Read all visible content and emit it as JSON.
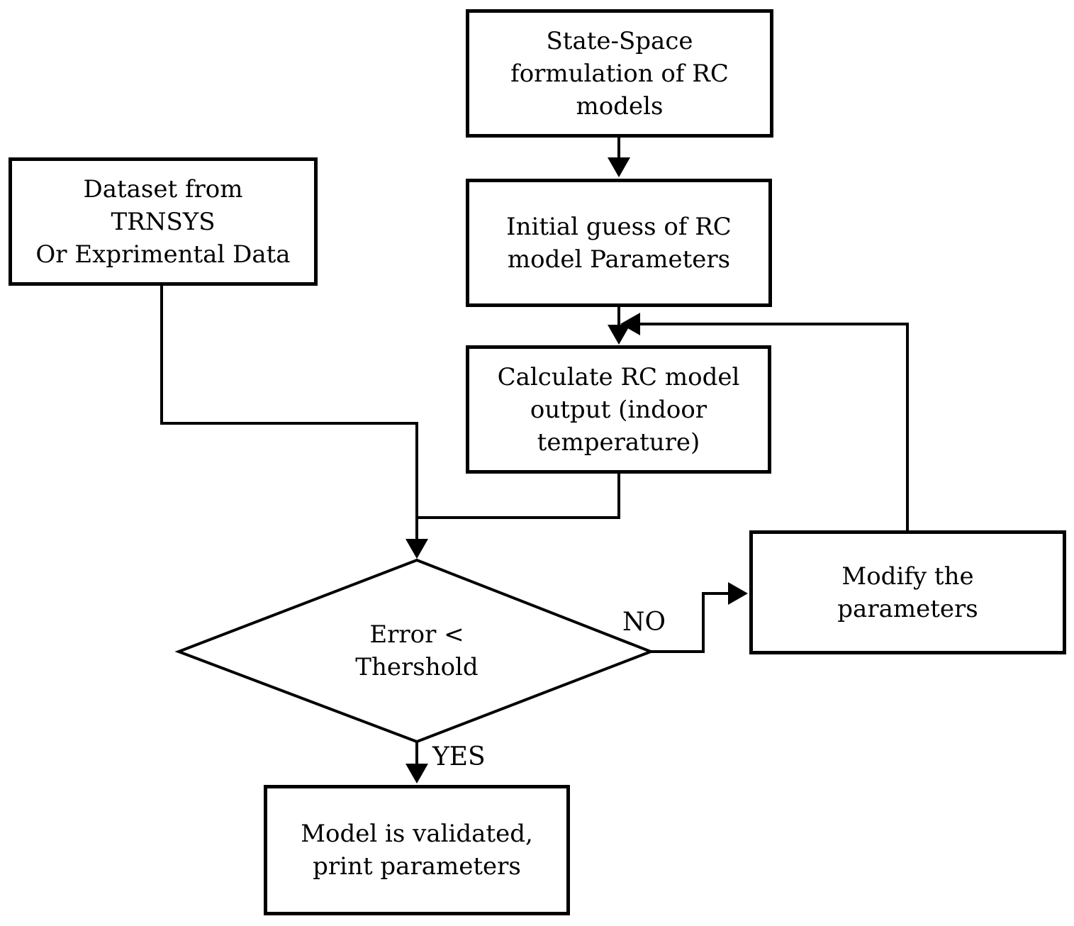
{
  "diagram": {
    "background_color": "#ffffff",
    "line_color": "#000000",
    "nodes": {
      "state_space": {
        "type": "process",
        "label": "State-Space\nformulation of RC\nmodels"
      },
      "dataset": {
        "type": "process",
        "label": "Dataset from\nTRNSYS\nOr Exprimental Data"
      },
      "initial_guess": {
        "type": "process",
        "label": "Initial guess of RC\nmodel Parameters"
      },
      "calculate": {
        "type": "process",
        "label": "Calculate RC model\noutput (indoor\ntemperature)"
      },
      "decision": {
        "type": "decision",
        "label": "Error <\nThershold"
      },
      "modify": {
        "type": "process",
        "label": "Modify the\nparameters"
      },
      "validated": {
        "type": "process",
        "label": "Model is validated,\nprint parameters"
      }
    },
    "edge_labels": {
      "no": "NO",
      "yes": "YES"
    }
  }
}
